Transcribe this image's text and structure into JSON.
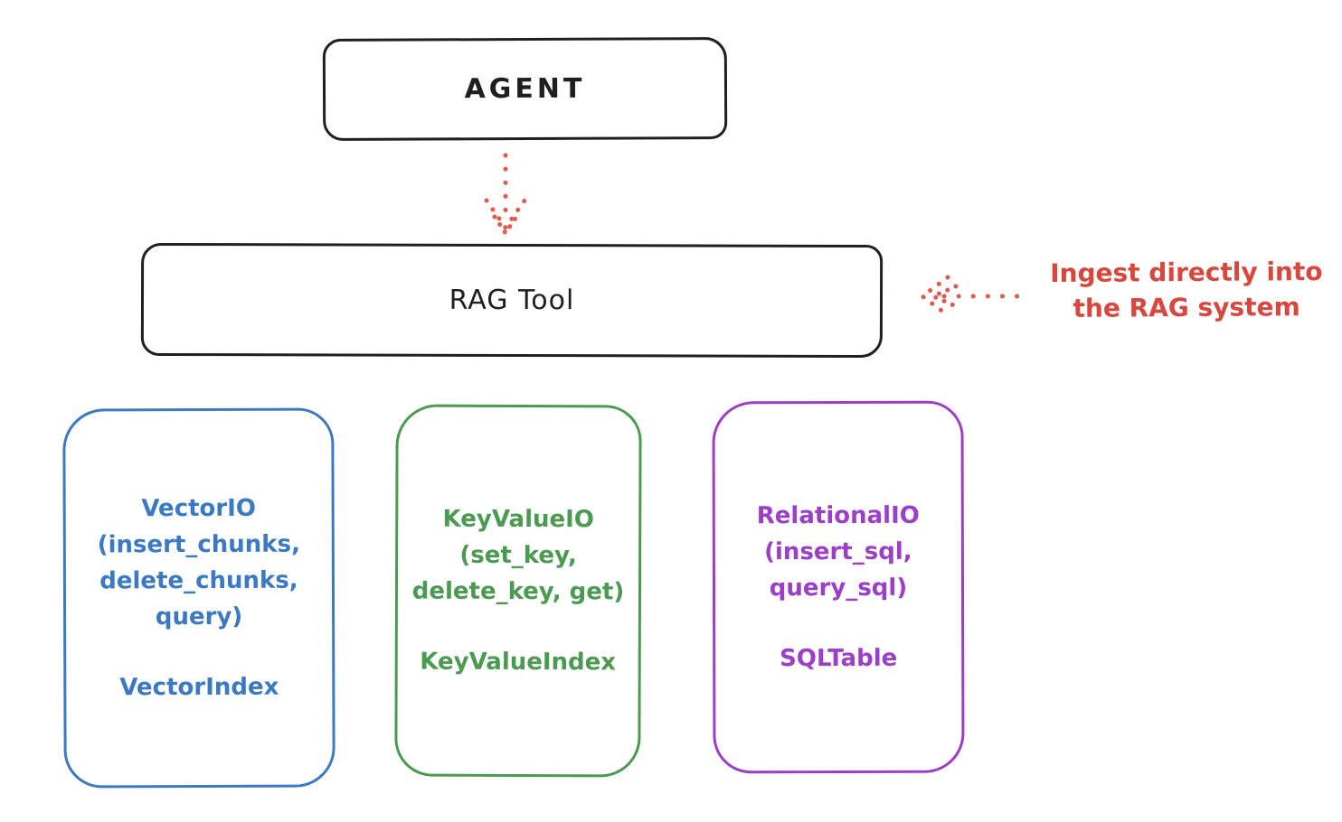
{
  "diagram": {
    "agent_box": {
      "label": "AGENT"
    },
    "rag_tool_box": {
      "label": "RAG Tool"
    },
    "annotation": {
      "line1": "Ingest directly into",
      "line2": "the RAG system"
    },
    "arrows": [
      {
        "id": "agent-to-rag",
        "style": "dotted",
        "direction": "down"
      },
      {
        "id": "ingest-into-rag",
        "style": "dotted",
        "direction": "left"
      }
    ],
    "io_boxes": [
      {
        "id": "vector-io",
        "color": "#3b79c3",
        "lines": [
          "VectorIO",
          "(insert_chunks,",
          "delete_chunks,",
          "query)"
        ],
        "index_label": "VectorIndex"
      },
      {
        "id": "keyvalue-io",
        "color": "#4a9b51",
        "lines": [
          "KeyValueIO",
          "(set_key,",
          "delete_key, get)"
        ],
        "index_label": "KeyValueIndex"
      },
      {
        "id": "relational-io",
        "color": "#9b3fc8",
        "lines": [
          "RelationalIO",
          "(insert_sql,",
          "query_sql)"
        ],
        "index_label": "SQLTable"
      }
    ],
    "colors": {
      "ink": "#1f1f1f",
      "background": "#ffffff",
      "arrow_red": "#d9463d",
      "vector_blue": "#3b79c3",
      "keyvalue_green": "#4a9b51",
      "relational_purple": "#9b3fc8"
    }
  }
}
